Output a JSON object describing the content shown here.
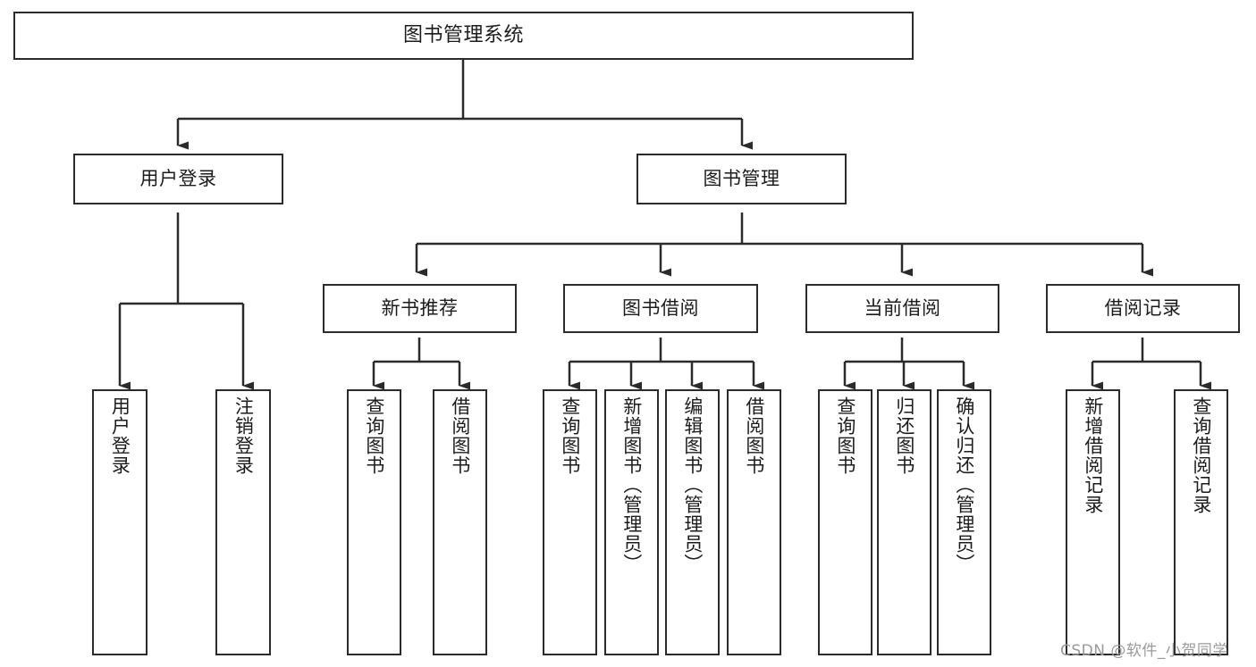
{
  "diagram": {
    "title": "图书管理系统",
    "watermark": "CSDN @软件_小贺同学",
    "line_color": "#2b2b2b",
    "box_fill": "#ffffff",
    "text_color": "#1c1c1c"
  },
  "nodes": {
    "root": {
      "label": "图书管理系统"
    },
    "level2": [
      {
        "label": "用户登录"
      },
      {
        "label": "图书管理"
      }
    ],
    "level3": [
      {
        "label": "新书推荐"
      },
      {
        "label": "图书借阅"
      },
      {
        "label": "当前借阅"
      },
      {
        "label": "借阅记录"
      }
    ],
    "leaves": {
      "user_login": [
        {
          "label": "用户登录"
        },
        {
          "label": "注销登录"
        }
      ],
      "new_book": [
        {
          "label": "查询图书"
        },
        {
          "label": "借阅图书"
        }
      ],
      "book_borrow": [
        {
          "label": "查询图书"
        },
        {
          "label": "新增图书（管理员）"
        },
        {
          "label": "编辑图书（管理员）"
        },
        {
          "label": "借阅图书"
        }
      ],
      "current_borrow": [
        {
          "label": "查询图书"
        },
        {
          "label": "归还图书"
        },
        {
          "label": "确认归还（管理员）"
        }
      ],
      "borrow_record": [
        {
          "label": "新增借阅记录"
        },
        {
          "label": "查询借阅记录"
        }
      ]
    }
  }
}
